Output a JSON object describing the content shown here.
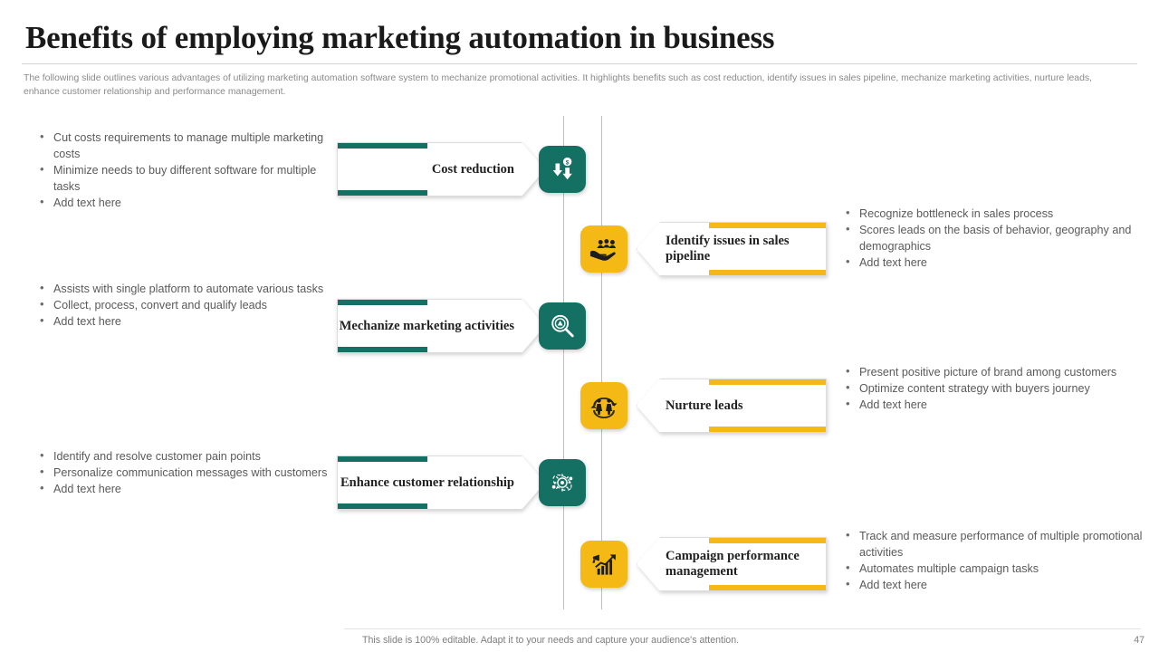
{
  "slide": {
    "title": "Benefits of employing marketing automation in business",
    "subtitle": "The following slide outlines various advantages of utilizing marketing automation software system to mechanize promotional activities. It highlights benefits such as cost reduction, identify issues in sales pipeline, mechanize marketing activities, nurture leads, enhance customer relationship and performance management.",
    "footer_note": "This slide is 100% editable. Adapt it to your needs and capture your audience's attention.",
    "page_number": "47"
  },
  "colors": {
    "teal": "#147063",
    "yellow": "#F5B916",
    "title_text": "#1a1a1a",
    "body_text": "#5a5a5a",
    "subtitle_text": "#8a8a8a",
    "rail": "#bfbfbf"
  },
  "items": [
    {
      "id": "cost-reduction",
      "side": "left",
      "label": "Cost reduction",
      "icon": "money-down-arrows-icon",
      "accent": "#147063",
      "bullets": [
        "Cut costs requirements to manage multiple marketing costs",
        "Minimize needs to buy different software for multiple tasks",
        "Add text here"
      ]
    },
    {
      "id": "identify-issues",
      "side": "right",
      "label": "Identify issues in sales pipeline",
      "icon": "hand-holding-people-icon",
      "accent": "#F5B916",
      "bullets": [
        "Recognize bottleneck in sales process",
        "Scores leads on the basis of behavior, geography and demographics",
        "Add text here"
      ]
    },
    {
      "id": "mechanize-marketing",
      "side": "left",
      "label": "Mechanize marketing activities",
      "icon": "magnifier-search-icon",
      "accent": "#147063",
      "bullets": [
        "Assists with single platform to automate various tasks",
        "Collect, process, convert and qualify leads",
        "Add text here"
      ]
    },
    {
      "id": "nurture-leads",
      "side": "right",
      "label": "Nurture leads",
      "icon": "people-circle-arrows-icon",
      "accent": "#F5B916",
      "bullets": [
        "Present positive picture of  brand among customers",
        "Optimize content strategy with buyers journey",
        "Add text here"
      ]
    },
    {
      "id": "enhance-relationship",
      "side": "left",
      "label": "Enhance customer relationship",
      "icon": "gear-orbit-icon",
      "accent": "#147063",
      "bullets": [
        "Identify and resolve customer pain points",
        "Personalize communication messages with customers",
        "Add text here"
      ]
    },
    {
      "id": "campaign-performance",
      "side": "right",
      "label": "Campaign performance management",
      "icon": "growth-chart-megaphone-icon",
      "accent": "#F5B916",
      "bullets": [
        "Track and measure performance of multiple promotional activities",
        "Automates multiple campaign tasks",
        "Add text here"
      ]
    }
  ]
}
